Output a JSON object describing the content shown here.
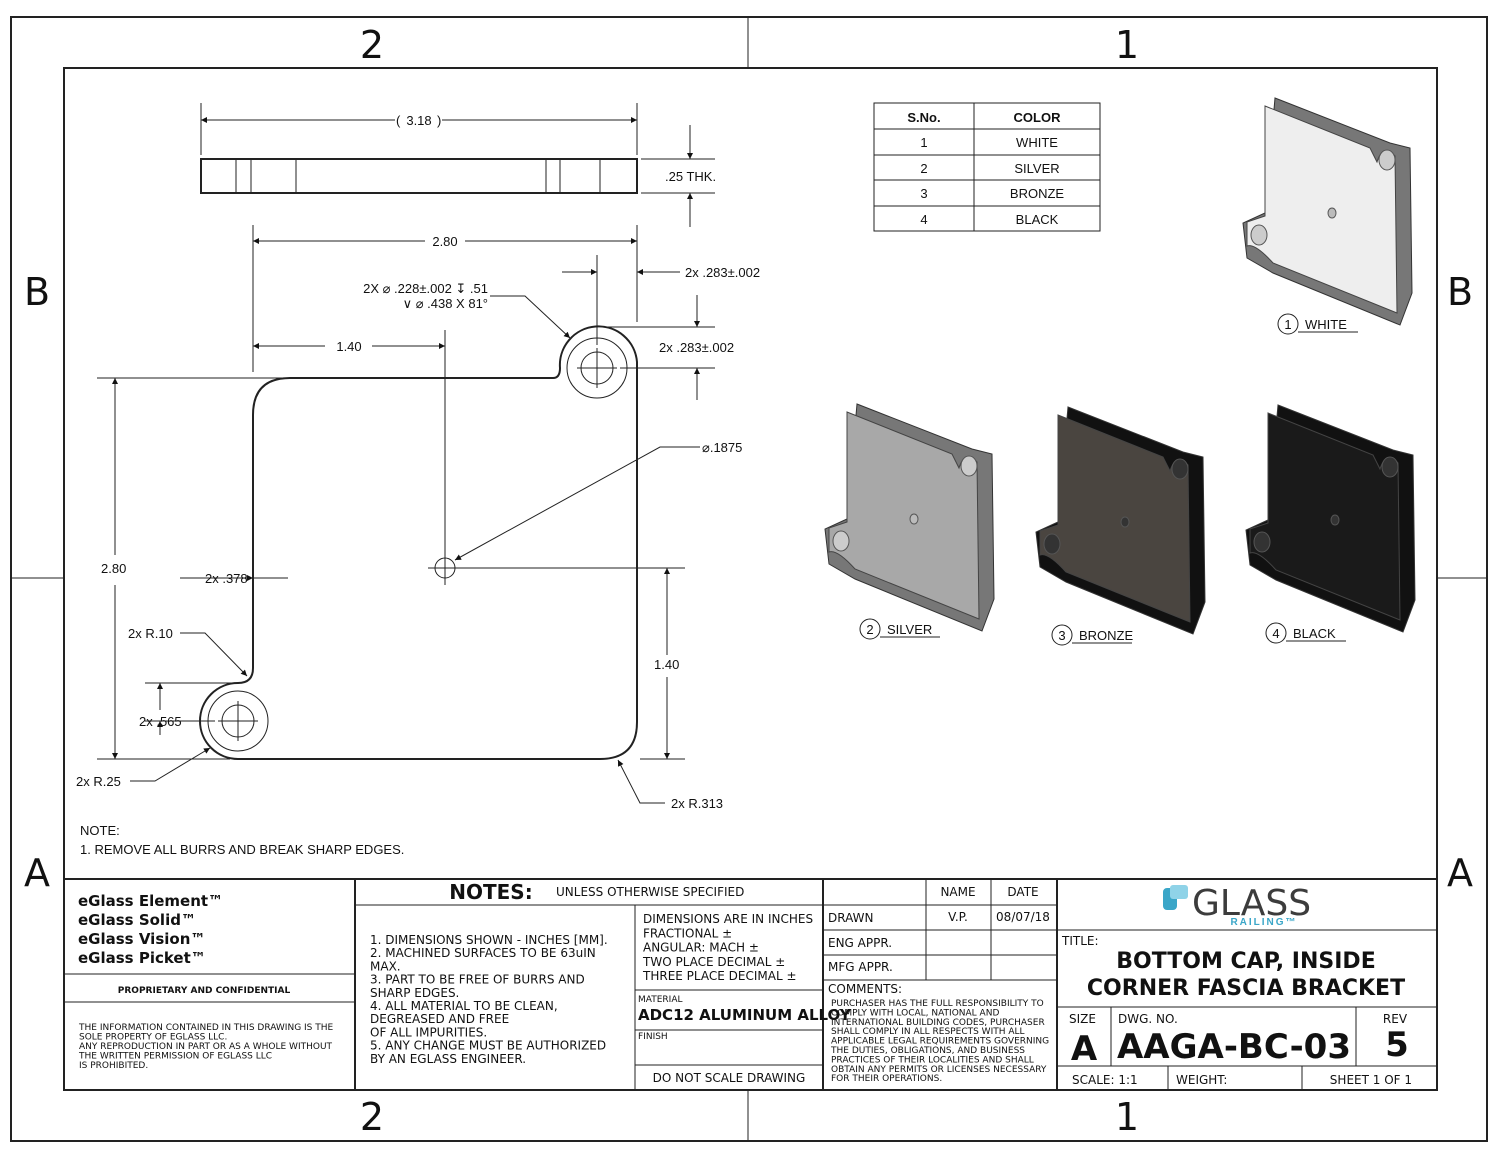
{
  "zones": {
    "top": [
      "2",
      "1"
    ],
    "bottom": [
      "2",
      "1"
    ],
    "left": [
      "B",
      "A"
    ],
    "right": [
      "B",
      "A"
    ]
  },
  "dimensions": {
    "overall_length": "3.18",
    "thickness": ".25 THK.",
    "width_top": "2.80",
    "hole_callout_line1": "2X ⌀ .228±.002 ↧ .51",
    "hole_callout_line2": "∨ ⌀ .438 X 81°",
    "hole_offset_x": "2x .283±.002",
    "hole_offset_y": "2x .283±.002",
    "center_x": "1.40",
    "center_hole": "⌀.1875",
    "height_left": "2.80",
    "leg_width": "2x .378",
    "inner_radius": "2x R.10",
    "center_y": "1.40",
    "lug_offset": "2x .565",
    "lug_radius": "2x R.25",
    "corner_radius": "2x R.313"
  },
  "drawing_note": {
    "heading": "NOTE:",
    "text": "1. REMOVE ALL BURRS AND BREAK SHARP EDGES."
  },
  "color_table": {
    "headers": [
      "S.No.",
      "COLOR"
    ],
    "rows": [
      [
        "1",
        "WHITE"
      ],
      [
        "2",
        "SILVER"
      ],
      [
        "3",
        "BRONZE"
      ],
      [
        "4",
        "BLACK"
      ]
    ]
  },
  "views": [
    {
      "num": "1",
      "label": "WHITE",
      "color": "#eeeeee"
    },
    {
      "num": "2",
      "label": "SILVER",
      "color": "#a8a8a8"
    },
    {
      "num": "3",
      "label": "BRONZE",
      "color": "#4a4540"
    },
    {
      "num": "4",
      "label": "BLACK",
      "color": "#1a1a1a"
    }
  ],
  "title_block": {
    "brands": [
      "eGlass Element™",
      "eGlass Solid™",
      "eGlass Vision™",
      "eGlass Picket™"
    ],
    "proprietary": "PROPRIETARY AND CONFIDENTIAL",
    "legal": [
      "THE INFORMATION CONTAINED IN THIS DRAWING IS THE",
      "SOLE PROPERTY OF EGLASS LLC.",
      "ANY REPRODUCTION IN PART OR AS A WHOLE WITHOUT",
      "THE WRITTEN PERMISSION OF EGLASS LLC",
      "IS PROHIBITED."
    ],
    "notes_heading": "NOTES:",
    "unless": "UNLESS OTHERWISE SPECIFIED",
    "notes": [
      "1. DIMENSIONS SHOWN - INCHES [MM].",
      "2. MACHINED SURFACES TO BE 63uIN",
      "MAX.",
      "3. PART TO BE FREE OF BURRS AND",
      "SHARP EDGES.",
      "4. ALL MATERIAL TO BE CLEAN,",
      "DEGREASED AND FREE",
      "OF ALL IMPURITIES.",
      "5. ANY CHANGE MUST BE AUTHORIZED",
      "BY AN EGLASS ENGINEER."
    ],
    "tolerances": [
      "DIMENSIONS ARE IN INCHES",
      "FRACTIONAL          ±",
      "ANGULAR: MACH        ±",
      "TWO PLACE DECIMAL   ±",
      "THREE PLACE DECIMAL ±"
    ],
    "material_label": "MATERIAL",
    "material": "ADC12 ALUMINUM ALLOY",
    "finish_label": "FINISH",
    "do_not_scale": "DO NOT SCALE DRAWING",
    "name_header": "NAME",
    "date_header": "DATE",
    "drawn_label": "DRAWN",
    "drawn_name": "V.P.",
    "drawn_date": "08/07/18",
    "eng_appr": "ENG APPR.",
    "mfg_appr": "MFG APPR.",
    "comments_label": "COMMENTS:",
    "comments": [
      "PURCHASER HAS THE FULL RESPONSIBILITY TO",
      "COMPLY WITH LOCAL, NATIONAL AND",
      "INTERNATIONAL BUILDING CODES, PURCHASER",
      "SHALL COMPLY IN ALL RESPECTS WITH ALL",
      "APPLICABLE LEGAL REQUIREMENTS GOVERNING",
      "THE DUTIES, OBLIGATIONS, AND BUSINESS",
      "PRACTICES OF THEIR LOCALITIES AND SHALL",
      "OBTAIN ANY PERMITS OR LICENSES NECESSARY",
      "FOR THEIR OPERATIONS."
    ],
    "logo_main": "GLASS",
    "logo_sub": "RAILING™",
    "title_label": "TITLE:",
    "title_line1": "BOTTOM CAP, INSIDE",
    "title_line2": "CORNER FASCIA BRACKET",
    "size_label": "SIZE",
    "size": "A",
    "dwg_label": "DWG.  NO.",
    "dwg_no": "AAGA-BC-03",
    "rev_label": "REV",
    "rev": "5",
    "scale": "SCALE: 1:1",
    "weight": "WEIGHT:",
    "sheet": "SHEET 1 OF 1"
  },
  "colors": {
    "logo_blue": "#3aa6c8",
    "logo_gray": "#3c3c3c"
  }
}
